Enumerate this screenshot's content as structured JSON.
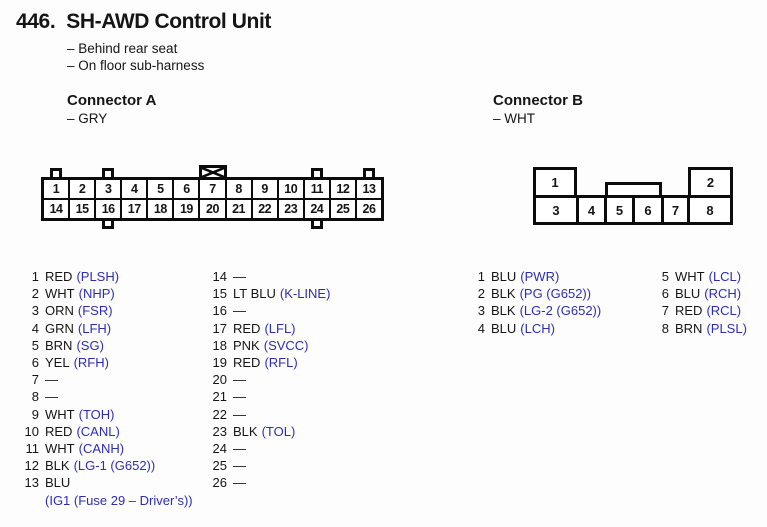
{
  "page": {
    "number": "446.",
    "title": "SH-AWD Control Unit",
    "notes": [
      "– Behind rear seat",
      "– On floor sub-harness"
    ]
  },
  "colors": {
    "signal_blue": "#2d2db4",
    "line_black": "#0c0c0c"
  },
  "connector_a": {
    "title": "Connector A",
    "color_note": "– GRY",
    "pins_top": [
      "1",
      "2",
      "3",
      "4",
      "5",
      "6",
      "7",
      "8",
      "9",
      "10",
      "11",
      "12",
      "13"
    ],
    "pins_bottom": [
      "14",
      "15",
      "16",
      "17",
      "18",
      "19",
      "20",
      "21",
      "22",
      "23",
      "24",
      "25",
      "26"
    ],
    "rows_left": [
      {
        "pin": "1",
        "wire": "RED",
        "signal": "(PLSH)"
      },
      {
        "pin": "2",
        "wire": "WHT",
        "signal": "(NHP)"
      },
      {
        "pin": "3",
        "wire": "ORN",
        "signal": "(FSR)"
      },
      {
        "pin": "4",
        "wire": "GRN",
        "signal": "(LFH)"
      },
      {
        "pin": "5",
        "wire": "BRN",
        "signal": "(SG)"
      },
      {
        "pin": "6",
        "wire": "YEL",
        "signal": "(RFH)"
      },
      {
        "pin": "7",
        "wire": "—",
        "signal": ""
      },
      {
        "pin": "8",
        "wire": "—",
        "signal": ""
      },
      {
        "pin": "9",
        "wire": "WHT",
        "signal": "(TOH)"
      },
      {
        "pin": "10",
        "wire": "RED",
        "signal": "(CANL)"
      },
      {
        "pin": "11",
        "wire": "WHT",
        "signal": "(CANH)"
      },
      {
        "pin": "12",
        "wire": "BLK",
        "signal": "(LG-1 (G652))"
      },
      {
        "pin": "13",
        "wire": "BLU",
        "signal": "",
        "signal2": "(IG1 (Fuse 29 – Driver’s))"
      }
    ],
    "rows_right": [
      {
        "pin": "14",
        "wire": "—",
        "signal": ""
      },
      {
        "pin": "15",
        "wire": "LT BLU",
        "signal": "(K-LINE)"
      },
      {
        "pin": "16",
        "wire": "—",
        "signal": ""
      },
      {
        "pin": "17",
        "wire": "RED",
        "signal": "(LFL)"
      },
      {
        "pin": "18",
        "wire": "PNK",
        "signal": "(SVCC)"
      },
      {
        "pin": "19",
        "wire": "RED",
        "signal": "(RFL)"
      },
      {
        "pin": "20",
        "wire": "—",
        "signal": ""
      },
      {
        "pin": "21",
        "wire": "—",
        "signal": ""
      },
      {
        "pin": "22",
        "wire": "—",
        "signal": ""
      },
      {
        "pin": "23",
        "wire": "BLK",
        "signal": "(TOL)"
      },
      {
        "pin": "24",
        "wire": "—",
        "signal": ""
      },
      {
        "pin": "25",
        "wire": "—",
        "signal": ""
      },
      {
        "pin": "26",
        "wire": "—",
        "signal": ""
      }
    ]
  },
  "connector_b": {
    "title": "Connector B",
    "color_note": "– WHT",
    "top_left_pin": "1",
    "top_right_pin": "2",
    "bottom_pins": [
      "3",
      "4",
      "5",
      "6",
      "7",
      "8"
    ],
    "rows_left": [
      {
        "pin": "1",
        "wire": "BLU",
        "signal": "(PWR)"
      },
      {
        "pin": "2",
        "wire": "BLK",
        "signal": "(PG (G652))"
      },
      {
        "pin": "3",
        "wire": "BLK",
        "signal": "(LG-2 (G652))"
      },
      {
        "pin": "4",
        "wire": "BLU",
        "signal": "(LCH)"
      }
    ],
    "rows_right": [
      {
        "pin": "5",
        "wire": "WHT",
        "signal": "(LCL)"
      },
      {
        "pin": "6",
        "wire": "BLU",
        "signal": "(RCH)"
      },
      {
        "pin": "7",
        "wire": "RED",
        "signal": "(RCL)"
      },
      {
        "pin": "8",
        "wire": "BRN",
        "signal": "(PLSL)"
      }
    ]
  }
}
